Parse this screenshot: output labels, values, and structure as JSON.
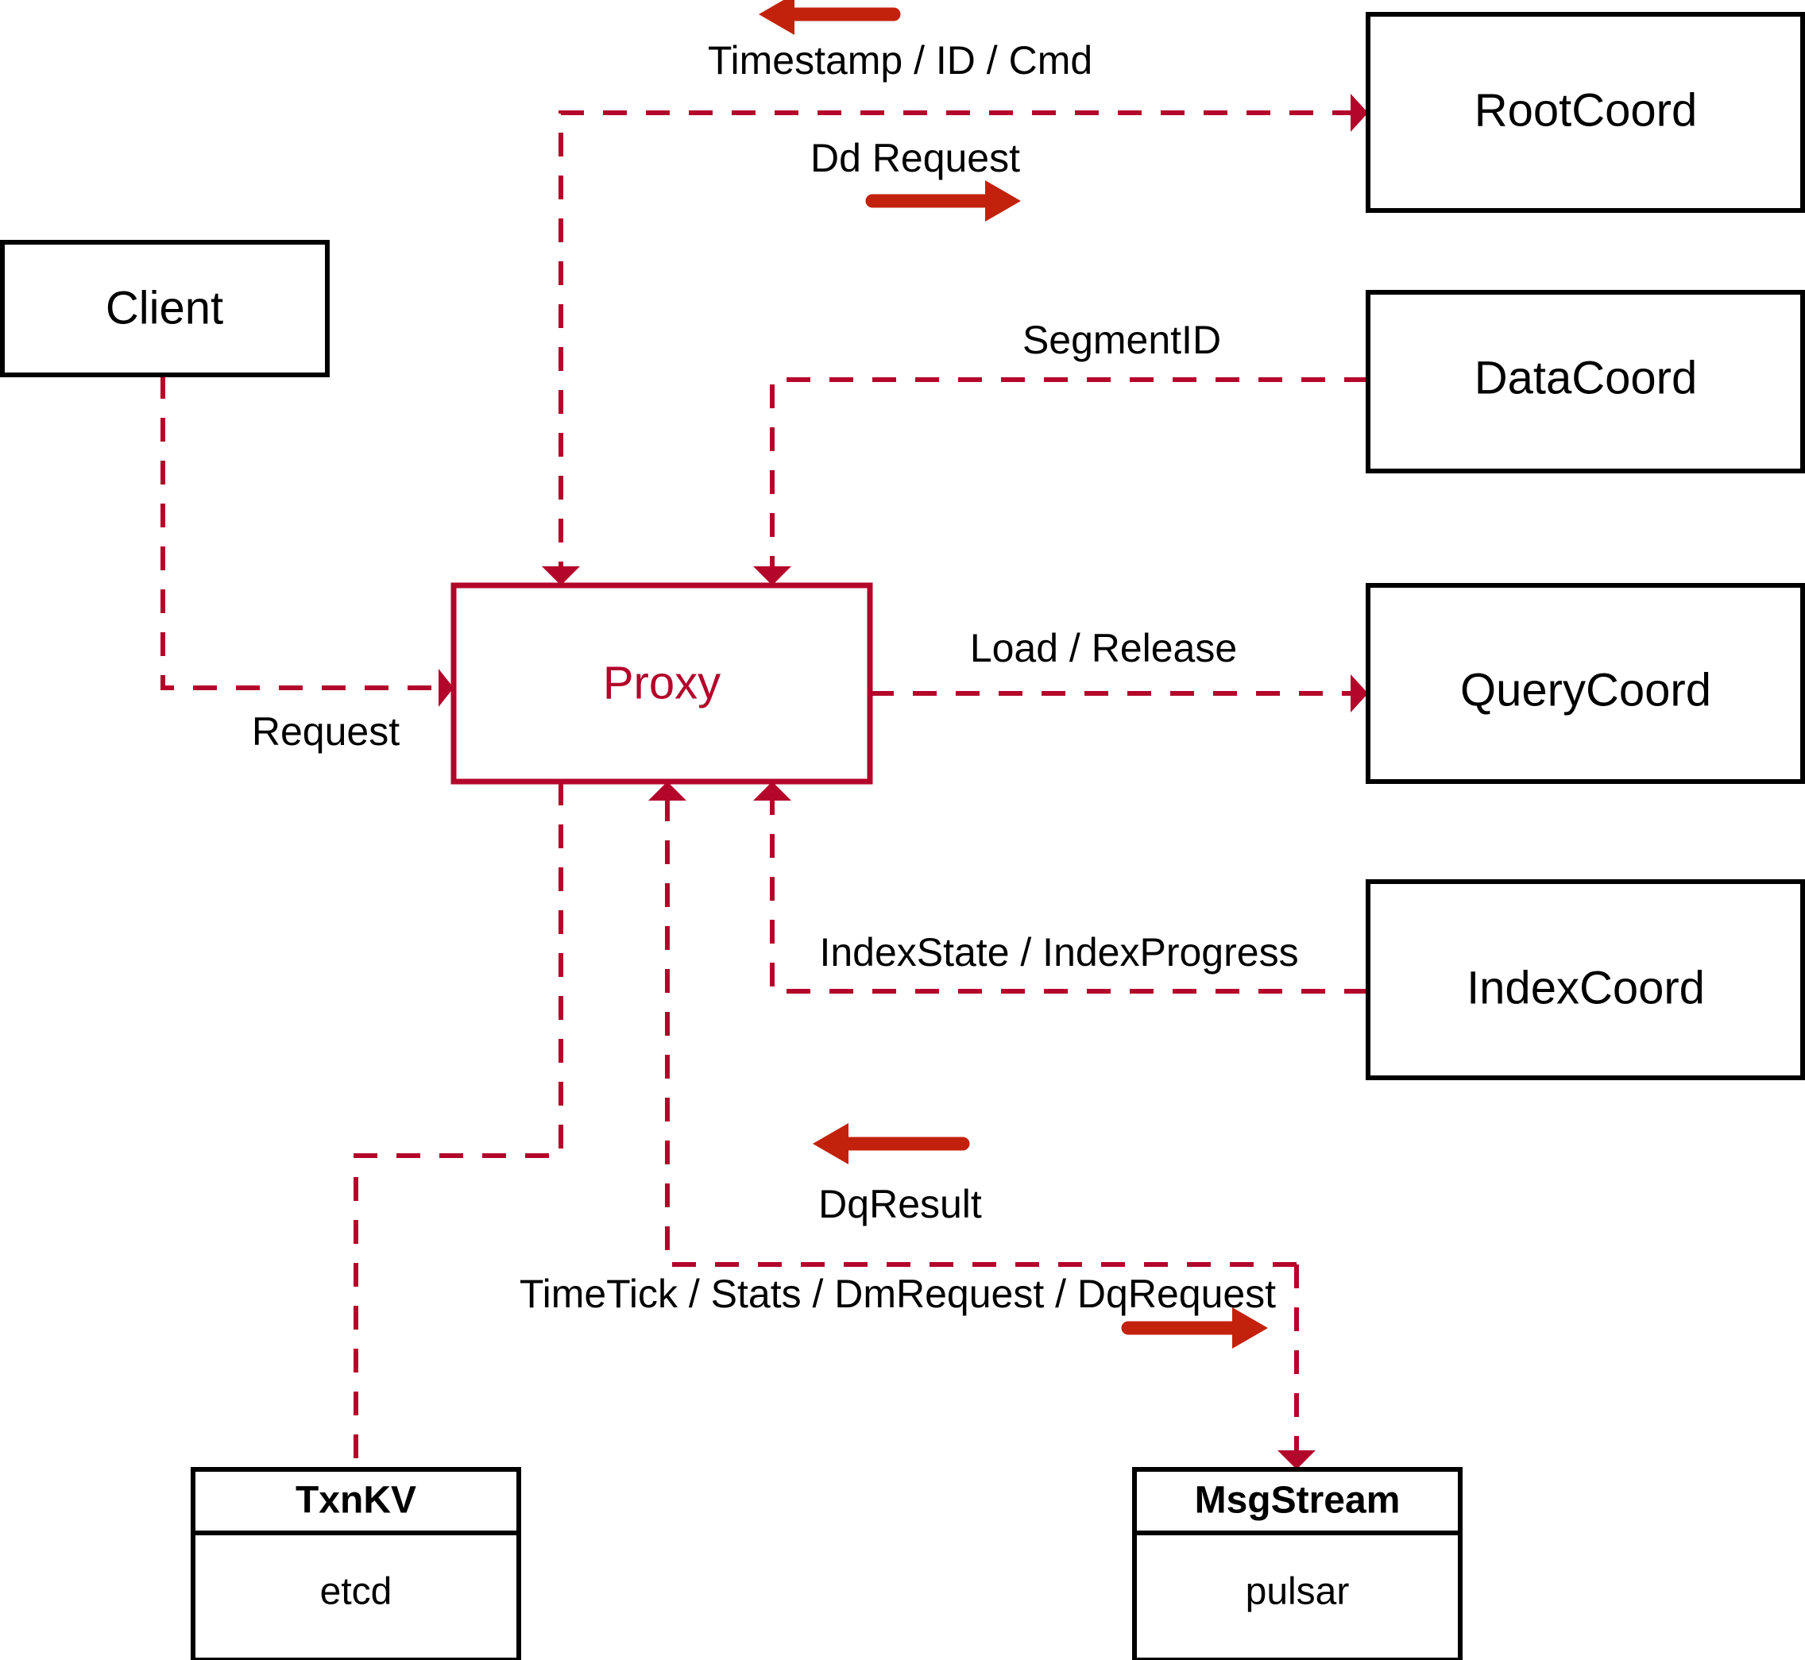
{
  "diagram": {
    "title": "Proxy component interaction diagram",
    "colors": {
      "flow_line": "#B4062B",
      "big_arrow": "#C2220C",
      "box_stroke": "#000000",
      "proxy_stroke": "#B4062B",
      "background": "#FFFFFF"
    },
    "nodes": [
      {
        "id": "client",
        "label": "Client",
        "style": "plain"
      },
      {
        "id": "proxy",
        "label": "Proxy",
        "style": "proxy"
      },
      {
        "id": "rootcoord",
        "label": "RootCoord",
        "style": "plain"
      },
      {
        "id": "datacoord",
        "label": "DataCoord",
        "style": "plain"
      },
      {
        "id": "querycoord",
        "label": "QueryCoord",
        "style": "plain"
      },
      {
        "id": "indexcoord",
        "label": "IndexCoord",
        "style": "plain"
      },
      {
        "id": "txnkv",
        "label": "TxnKV",
        "sub": "etcd",
        "style": "two-part"
      },
      {
        "id": "msgstream",
        "label": "MsgStream",
        "sub": "pulsar",
        "style": "two-part"
      }
    ],
    "edges": [
      {
        "id": "e-client-proxy",
        "label": "Request",
        "from": "client",
        "to": "proxy"
      },
      {
        "id": "e-proxy-rootcoord",
        "label": "Dd Request",
        "from": "proxy",
        "to": "rootcoord"
      },
      {
        "id": "e-rootcoord-proxy",
        "label": "Timestamp / ID / Cmd",
        "from": "rootcoord",
        "to": "proxy"
      },
      {
        "id": "e-datacoord-proxy",
        "label": "SegmentID",
        "from": "datacoord",
        "to": "proxy"
      },
      {
        "id": "e-proxy-querycoord",
        "label": "Load / Release",
        "from": "proxy",
        "to": "querycoord"
      },
      {
        "id": "e-indexcoord-proxy",
        "label": "IndexState / IndexProgress",
        "from": "indexcoord",
        "to": "proxy"
      },
      {
        "id": "e-msgstream-proxy",
        "label": "DqResult",
        "from": "msgstream",
        "to": "proxy"
      },
      {
        "id": "e-proxy-msgstream",
        "label": "TimeTick / Stats / DmRequest / DqRequest",
        "from": "proxy",
        "to": "msgstream"
      },
      {
        "id": "e-proxy-txnkv",
        "label": "",
        "from": "proxy",
        "to": "txnkv"
      }
    ]
  }
}
